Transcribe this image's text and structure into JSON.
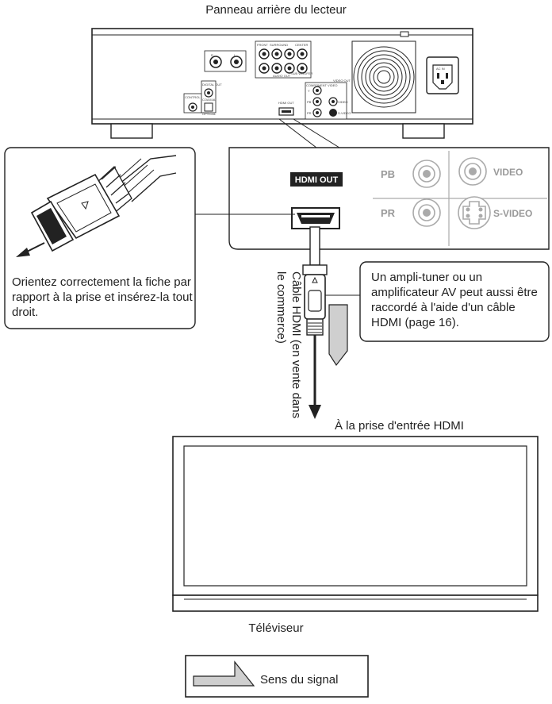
{
  "diagram": {
    "title": "Panneau arrière du lecteur",
    "rear_panel": {
      "tiny_labels": [
        "R",
        "L",
        "FRONT",
        "SURROUND",
        "SUB WOOFER",
        "CENTER",
        "CONTROL IN",
        "DIGITAL OUT",
        "COAXIAL",
        "OPTICAL",
        "HDMI OUT",
        "COMPONENT VIDEO",
        "VIDEO OUT",
        "AUDIO OUT",
        "VIDEO",
        "S-VIDEO",
        "Y",
        "PB",
        "PR",
        "AC IN"
      ]
    },
    "zoom_panel": {
      "hdmi_out_label": "HDMI OUT",
      "pb_label": "PB",
      "pr_label": "PR",
      "video_label": "VIDEO",
      "svideo_label": "S-VIDEO"
    },
    "plug_caption": "Orientez correctement la fiche par rapport à la prise et insérez-la tout droit.",
    "cable_label": "Câble HDMI (en vente dans le commerce)",
    "amp_caption": "Un ampli-tuner ou un amplificateur AV peut aussi être raccordé à l'aide d'un câble HDMI (page 16).",
    "tv_input_label": "À la prise d'entrée HDMI",
    "tv_label": "Téléviseur",
    "legend_label": "Sens du signal"
  }
}
